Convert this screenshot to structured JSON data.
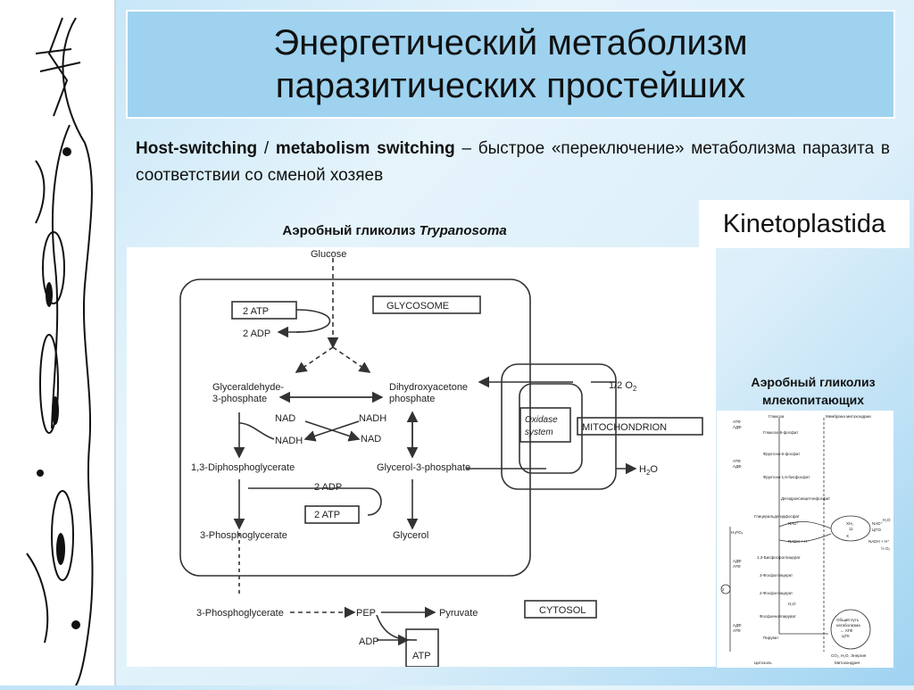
{
  "slide": {
    "title_line1": "Энергетический метаболизм",
    "title_line2": "паразитических простейших",
    "subtitle": {
      "term1": "Host-switching",
      "sep": " / ",
      "term2": "metabolism switching",
      "rest": " – быстрое «переключение» метаболизма паразита в соответствии со сменой хозяев"
    },
    "badge": "Kinetoplastida",
    "tryp_caption": {
      "prefix": "Аэробный гликолиз ",
      "organism": "Trypanosoma"
    },
    "mamm_caption_line1": "Аэробный гликолиз",
    "mamm_caption_line2": "млекопитающих"
  },
  "colors": {
    "title_bg": "#9ed2ef",
    "background": "#cde9f8",
    "diagram_line": "#333333"
  },
  "main_diagram": {
    "glucose": "Glucose",
    "glycosome": "GLYCOSOME",
    "atp_2_top": "2 ATP",
    "adp_2_top": "2 ADP",
    "gap_line1": "Glyceraldehyde-",
    "gap_line2": "3-phosphate",
    "dhap_line1": "Dihydroxyacetone",
    "dhap_line2": "phosphate",
    "nad_left": "NAD",
    "nadh_left": "NADH",
    "nadh_right": "NADH",
    "nad_right": "NAD",
    "bpg": "1,3-Diphosphoglycerate",
    "g3p": "Glycerol-3-phosphate",
    "adp_2_mid": "2 ADP",
    "atp_2_mid": "2 ATP",
    "pg3_in": "3-Phosphoglycerate",
    "glycerol": "Glycerol",
    "half_o2": "1/2 O",
    "o2_sub": "2",
    "oxidase_line1": "Oxidase",
    "oxidase_line2": "system",
    "mitochondrion": "MITOCHONDRION",
    "h2o_h": "H",
    "h2o_sub": "2",
    "h2o_o": "O",
    "pg3_out": "3-Phosphoglycerate",
    "pep": "PEP",
    "pyruvate": "Pyruvate",
    "cytosol": "CYTOSOL",
    "adp_bottom": "ADP",
    "atp_bottom": "ATP"
  },
  "mammal_diagram": {
    "glucose": "Глюкоза",
    "membrane": "Мембрана митохондрии",
    "f6p": "Фруктозо-6-фосфат",
    "g6p": "Глюкозо-6-фосфат",
    "fbp": "Фруктозо-1,6-бисфосфат",
    "dhap": "Дегидроксиацетонфосфат",
    "gap": "Глицеральдегидфосфат",
    "bpg": "1,3-Бисфосфоглицерат",
    "pg3": "3-Фосфоглицерат",
    "pg2": "2-Фосфоглицерат",
    "pep": "Фосфоенолпируват",
    "pyruvate": "Пируват",
    "cytosol": "Цитозоль",
    "mitochondria": "Митохондрия",
    "atp": "АТФ",
    "adp": "АДФ",
    "h3po4": "H₃PO₄",
    "nad": "NAD⁺",
    "nadh": "NADH + H⁺",
    "h2o": "H₂O",
    "resp_chain": "ЦПЭ",
    "half_o2": "½ O₂",
    "common_path_line1": "Общий путь",
    "common_path_line2": "катаболизма",
    "common_path_line3": "→ АТФ",
    "common_path_line4": "ЦТК",
    "co2_h2o": "CO₂, H₂O, Энергия",
    "circle_2": "2",
    "xh2": "XH₂",
    "x": "X",
    "step_11": "11"
  }
}
